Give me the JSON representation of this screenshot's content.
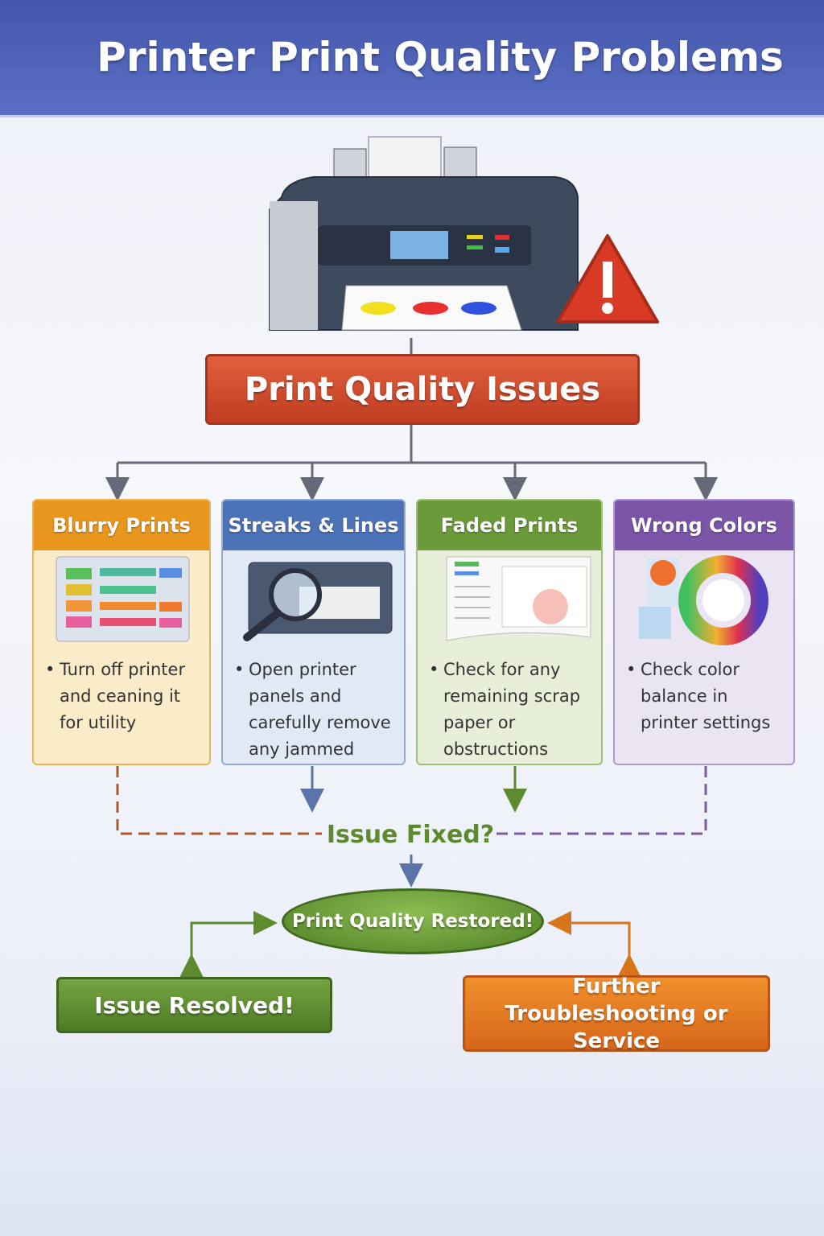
{
  "title": "Printer Print Quality Problems",
  "main_issue": "Print Quality Issues",
  "cards": [
    {
      "title": "Blurry Prints",
      "text": "Turn off printer and ceaning it for utility",
      "color": "#e8961e",
      "bg": "#fbecc9",
      "border": "#e6b35a"
    },
    {
      "title": "Streaks & Lines",
      "text": "Open printer panels and carefully remove any jammed paper",
      "color": "#4c72b8",
      "bg": "#e1e9f6",
      "border": "#93acd6"
    },
    {
      "title": "Faded Prints",
      "text": "Check for any remaining scrap paper or obstructions inside",
      "color": "#6a9a3a",
      "bg": "#e7efd9",
      "border": "#9fc07a"
    },
    {
      "title": "Wrong Colors",
      "text": "Check color balance in printer settings",
      "color": "#7b55a8",
      "bg": "#ebe5f3",
      "border": "#ad98cf"
    }
  ],
  "decision": "Issue Fixed?",
  "outcome": "Print Quality Restored!",
  "resolved": "Issue Resolved!",
  "further": "Further Troubleshooting or Service",
  "icons": [
    "printer-icon",
    "warning-icon",
    "color-bars-icon",
    "magnifier-icon",
    "faded-document-icon",
    "color-wheel-icon"
  ]
}
